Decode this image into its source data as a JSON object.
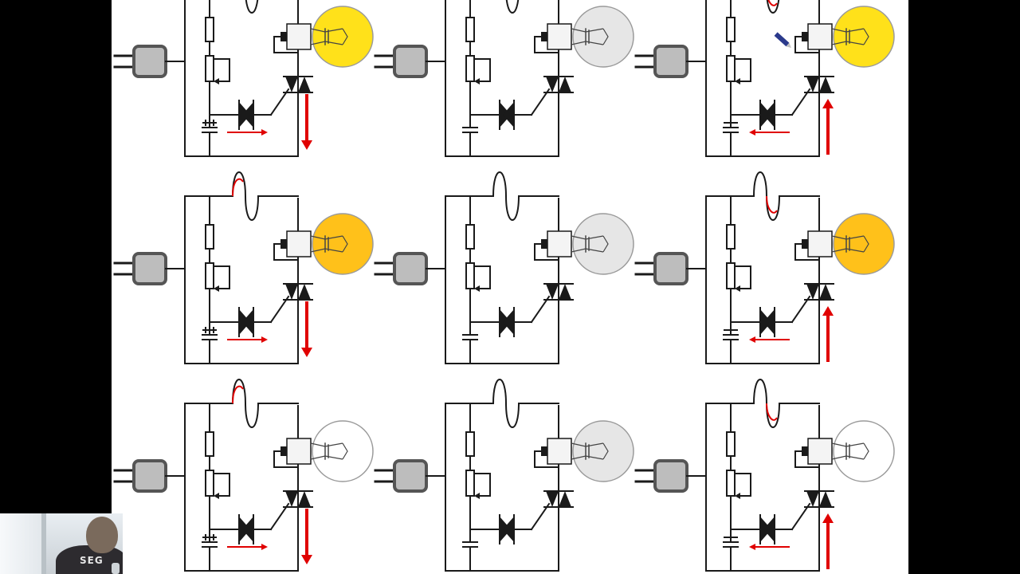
{
  "colors": {
    "wire": "#1a1a1a",
    "arrow": "#e00000",
    "lamp_bright": "#ffe11a",
    "lamp_medium": "#ffc11a",
    "lamp_off": "#e6e6e6",
    "plug_fill": "#bdbdbd",
    "plug_border": "#555555"
  },
  "diagram": {
    "columns": [
      {
        "name": "positive",
        "main_arrow": "down",
        "charge_arrow": "right",
        "charge_marks": "plus"
      },
      {
        "name": "zero",
        "main_arrow": "none",
        "charge_arrow": "none",
        "charge_marks": "none"
      },
      {
        "name": "negative",
        "main_arrow": "up",
        "charge_arrow": "left",
        "charge_marks": "minus"
      }
    ],
    "rows": [
      {
        "name": "high-brightness",
        "lamp": [
          "lamp_bright",
          "lamp_off",
          "lamp_bright"
        ]
      },
      {
        "name": "medium-brightness",
        "lamp": [
          "lamp_medium",
          "lamp_off",
          "lamp_medium"
        ]
      },
      {
        "name": "low-brightness",
        "lamp": [
          "none",
          "lamp_off",
          "none"
        ]
      }
    ]
  },
  "webcam": {
    "shirt_text": "SEG"
  }
}
